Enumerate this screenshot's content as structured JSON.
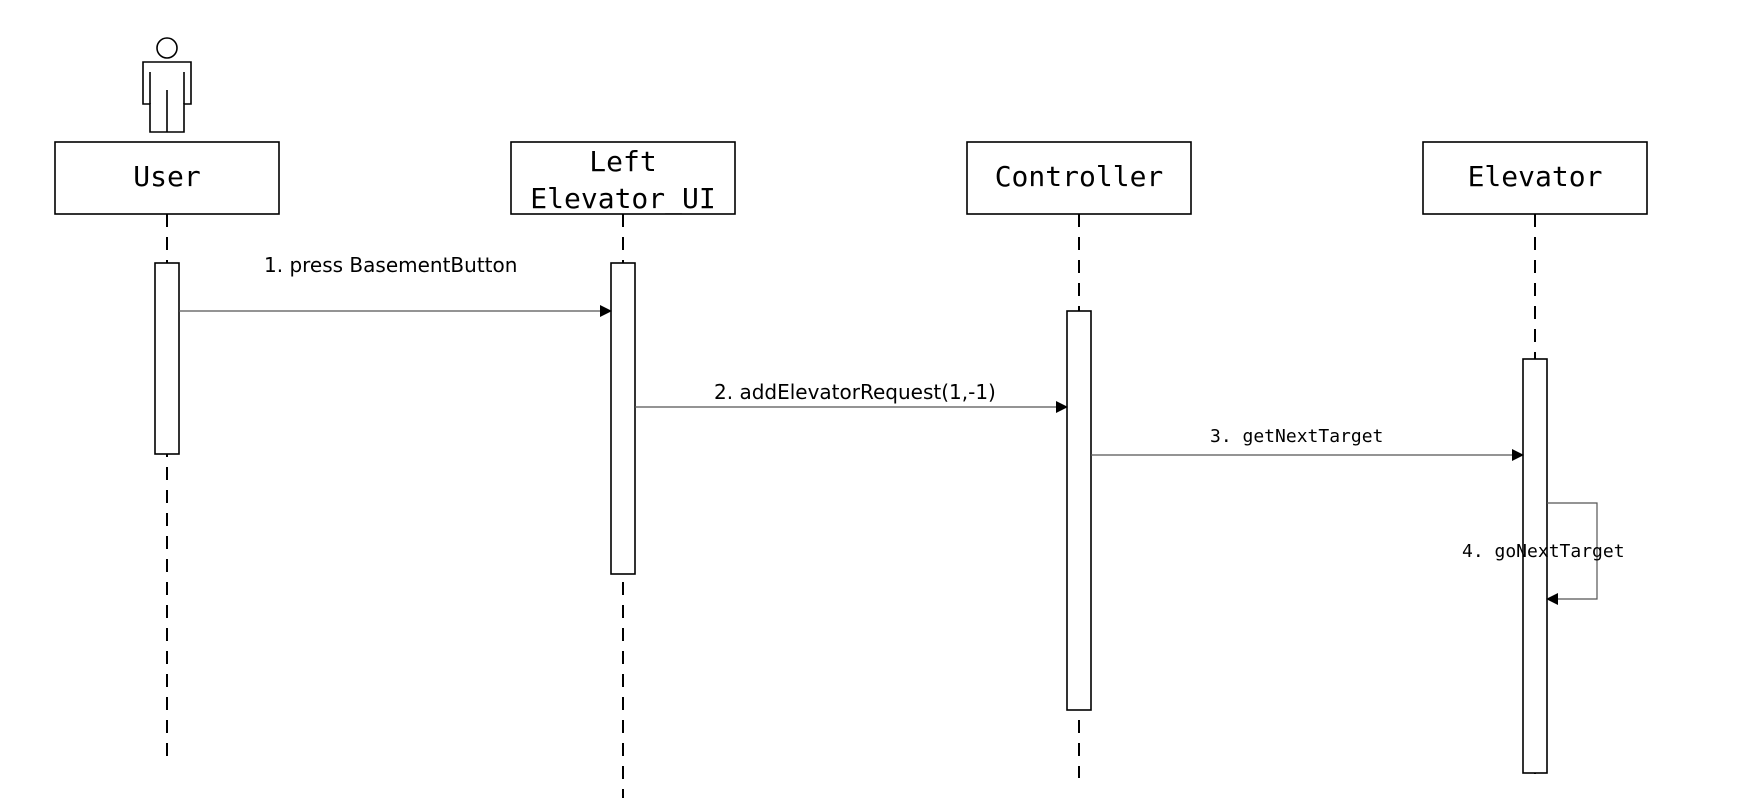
{
  "participants": [
    {
      "id": "user",
      "label": "User"
    },
    {
      "id": "left-elevator-ui",
      "label_line1": "Left",
      "label_line2": "Elevator_UI"
    },
    {
      "id": "controller",
      "label": "Controller"
    },
    {
      "id": "elevator",
      "label": "Elevator"
    }
  ],
  "messages": [
    {
      "label": "1. press BasementButton"
    },
    {
      "label": "2. addElevatorRequest(1,-1)"
    },
    {
      "label": "3. getNextTarget"
    },
    {
      "label": "4. goNextTarget"
    }
  ],
  "colors": {
    "line": "#000000",
    "message_line": "#555555",
    "background": "#ffffff"
  }
}
